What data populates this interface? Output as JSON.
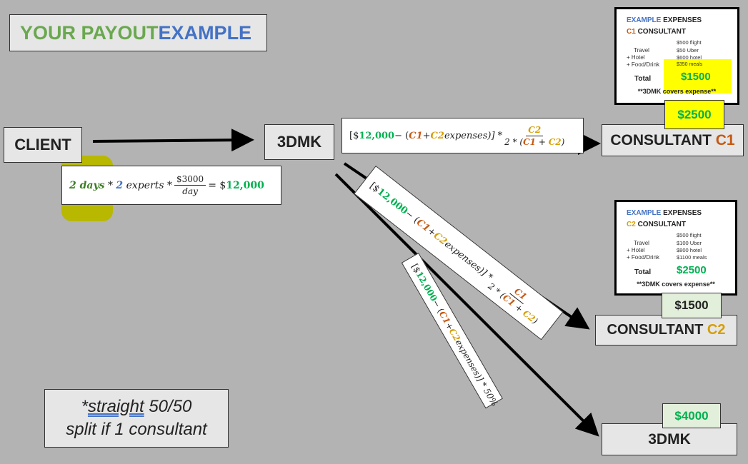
{
  "title": {
    "part1": "YOUR PAYOUT ",
    "part2": "EXAMPLE"
  },
  "nodes": {
    "client": "CLIENT",
    "hub": "3DMK",
    "consultant1_label": "CONSULTANT ",
    "consultant1_id": "C1",
    "consultant2_label": "CONSULTANT ",
    "consultant2_id": "C2",
    "final": "3DMK"
  },
  "payouts": {
    "c1": "$2500",
    "c2": "$1500",
    "dmk": "$4000"
  },
  "formulas": {
    "client": {
      "days": "2 days",
      "op1": " * ",
      "experts": "2",
      "experts_word": " experts",
      "op2": " * ",
      "rate_num": "$3000",
      "rate_den": "day",
      "eq": " = $",
      "result": "12,000"
    },
    "c1": {
      "lead": "[$",
      "amount": "12,000",
      "minus": " − (",
      "c1": "C1",
      "plus": " + ",
      "c2": "C2",
      "expenses": " expenses)] * ",
      "num": "C2",
      "den_pre": "2 * (",
      "den_c1": "C1",
      "den_plus": " + ",
      "den_c2": "C2",
      "den_post": ")"
    },
    "c2": {
      "lead": "[$",
      "amount": "12,000",
      "minus": " − (",
      "c1": "C1",
      "plus": " + ",
      "c2": "C2",
      "expenses": " expenses)] * ",
      "num": "C1",
      "den_pre": "2 * (",
      "den_c1": "C1",
      "den_plus": " + ",
      "den_c2": "C2",
      "den_post": ")"
    },
    "dmk": {
      "lead": "[$",
      "amount": "12,000",
      "minus": " − (",
      "c1": "C1",
      "plus": " + ",
      "c2": "C2",
      "expenses": " expenses)] * 50%"
    }
  },
  "expenses_c1": {
    "title1": "EXAMPLE",
    "title2": " EXPENSES",
    "sub_id": "C1",
    "sub_label": " CONSULTANT",
    "rows": [
      {
        "label": "",
        "value": "$500 flight"
      },
      {
        "label": "Travel",
        "value": "$50 Uber"
      },
      {
        "label": "+ Hotel",
        "value": "$600 hotel"
      },
      {
        "label": "+ Food/Drink",
        "value": "$350 meals"
      }
    ],
    "total_label": "Total",
    "total_value": "$1500",
    "note": "**3DMK covers expense**"
  },
  "expenses_c2": {
    "title1": "EXAMPLE",
    "title2": " EXPENSES",
    "sub_id": "C2",
    "sub_label": " CONSULTANT",
    "rows": [
      {
        "label": "",
        "value": "$500 flight"
      },
      {
        "label": "Travel",
        "value": "$100 Uber"
      },
      {
        "label": "+ Hotel",
        "value": "$800 hotel"
      },
      {
        "label": "+ Food/Drink",
        "value": "$1100 meals"
      }
    ],
    "total_label": "Total",
    "total_value": "$2500",
    "note": "**3DMK covers expense**"
  },
  "note": {
    "prefix": "*",
    "underlined": "straight",
    "line1_rest": " 50/50",
    "line2": "split if 1 consultant"
  },
  "colors": {
    "background": "#b3b3b3",
    "green": "#00b050",
    "title_green": "#6aa84f",
    "blue": "#4472c4",
    "orange": "#c65911",
    "gold": "#d69e07",
    "highlight": "#ffff00"
  }
}
